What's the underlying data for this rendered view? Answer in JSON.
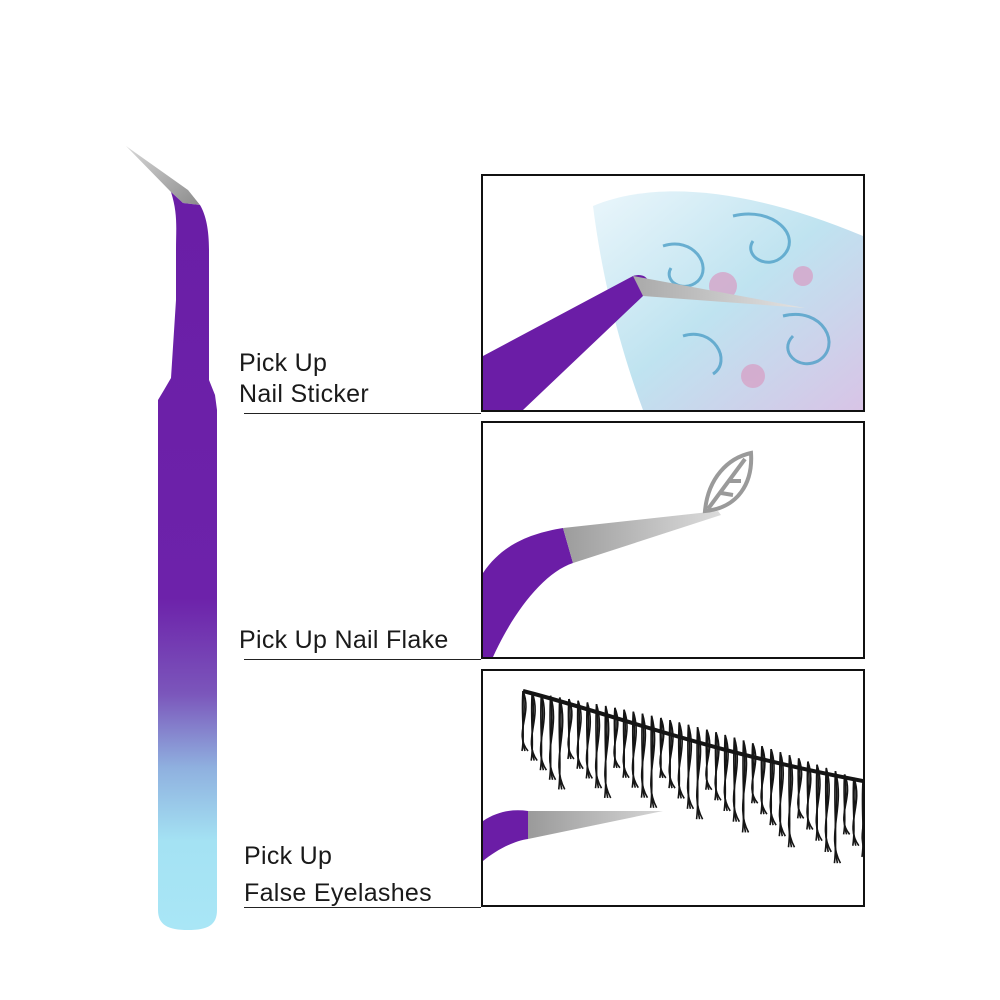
{
  "captions": {
    "sticker": {
      "line1": "Pick Up",
      "line2": "Nail Sticker"
    },
    "flake": {
      "line1": "Pick Up Nail Flake"
    },
    "eyelashes": {
      "line1": "Pick Up",
      "line2": "False Eyelashes"
    }
  },
  "colors": {
    "purple": "#6c1fa8",
    "light_blue": "#a4e3f3",
    "steel": "#b8b8b8",
    "frame": "#111111"
  },
  "panels": [
    {
      "id": "panel-1",
      "subject": "nail-sticker-foil"
    },
    {
      "id": "panel-2",
      "subject": "leaf-nail-flake"
    },
    {
      "id": "panel-3",
      "subject": "false-eyelashes"
    }
  ]
}
